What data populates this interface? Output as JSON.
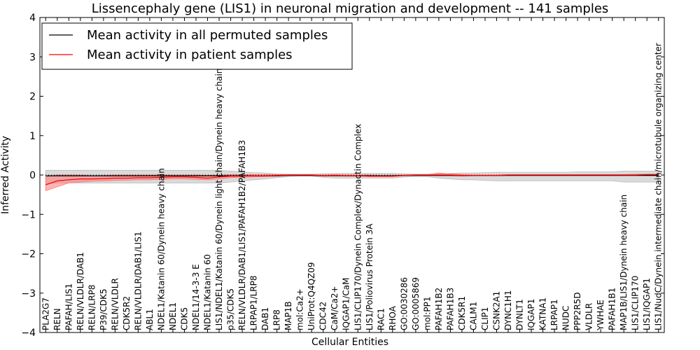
{
  "chart_data": {
    "type": "line",
    "title": "Lissencephaly gene (LIS1) in neuronal migration and development -- 141 samples",
    "xlabel": "Cellular Entities",
    "ylabel": "Inferred Activity",
    "ylim": [
      -4,
      4
    ],
    "yticks": [
      "−4",
      "−3",
      "−2",
      "−1",
      "0",
      "1",
      "2",
      "3",
      "4"
    ],
    "legend_position": "top-left",
    "colors": {
      "permuted": "#000000",
      "patient": "#ff0000",
      "permuted_band": "#bbbbbb",
      "patient_band": "#ff7777"
    },
    "categories": [
      "PLA2G7",
      "RELN",
      "PAFAH/LIS1",
      "RELN/VLDLR/DAB1",
      "RELN/LRP8",
      "P39/CDK5",
      "RELN/VLDLR",
      "CDK5R2",
      "RELN/VLDLR/DAB1/LIS1",
      "ABL1",
      "NDEL1/Katanin 60/Dynein heavy chain",
      "NDEL1",
      "CDK5",
      "NDEL1/14-3-3 E",
      "NDEL1/Katanin 60",
      "LIS1/NDEL1/Katanin 60/Dynein light chain/Dynein heavy chain",
      "p35/CDK5",
      "RELN/VLDLR/DAB1/LIS1/PAFAH1B2/PAFAH1B3",
      "LRPAP1/LRP8",
      "DAB1",
      "LRP8",
      "MAP1B",
      "mol:Ca2+",
      "UniProt:Q4QZ09",
      "CDC42",
      "CaM/Ca2+",
      "IQGAP1/CaM",
      "LIS1/CLIP170/Dynein Complex/Dynactin Complex",
      "LIS1/Poliovirus Protein 3A",
      "RAC1",
      "RHOA",
      "GO:0030286",
      "GO:0005869",
      "mol:PP1",
      "PAFAH1B2",
      "PAFAH1B3",
      "CDK5R1",
      "CALM1",
      "CLIP1",
      "CSNK2A1",
      "DYNC1H1",
      "DYNLT1",
      "IQGAP1",
      "KATNA1",
      "LRPAP1",
      "NUDC",
      "PPP2R5D",
      "VLDLR",
      "YWHAE",
      "PAFAH1B1",
      "MAP1B/LIS1/Dynein heavy chain",
      "LIS1/CLIP170",
      "LIS1/IQGAP1",
      "LIS1/NudC/Dynein intermediate chain/microtubule organizing center"
    ],
    "series": [
      {
        "name": "Mean activity in all permuted samples",
        "values": [
          -0.02,
          -0.02,
          -0.02,
          -0.02,
          -0.02,
          -0.02,
          -0.02,
          -0.02,
          -0.02,
          -0.02,
          -0.02,
          -0.02,
          -0.02,
          -0.02,
          -0.02,
          -0.02,
          -0.02,
          -0.02,
          -0.02,
          -0.02,
          -0.02,
          -0.01,
          -0.01,
          -0.01,
          -0.02,
          -0.02,
          -0.02,
          -0.02,
          -0.02,
          -0.02,
          -0.02,
          -0.01,
          -0.01,
          -0.01,
          -0.01,
          -0.01,
          -0.01,
          -0.01,
          -0.01,
          -0.01,
          -0.01,
          -0.01,
          -0.01,
          -0.01,
          -0.01,
          -0.01,
          -0.01,
          -0.01,
          -0.01,
          -0.01,
          -0.01,
          -0.01,
          -0.01,
          -0.01
        ],
        "band_low": [
          -0.22,
          -0.2,
          -0.2,
          -0.2,
          -0.2,
          -0.2,
          -0.2,
          -0.2,
          -0.2,
          -0.2,
          -0.2,
          -0.2,
          -0.2,
          -0.2,
          -0.2,
          -0.2,
          -0.18,
          -0.15,
          -0.12,
          -0.1,
          -0.07,
          -0.04,
          -0.03,
          -0.03,
          -0.06,
          -0.08,
          -0.08,
          -0.08,
          -0.08,
          -0.08,
          -0.08,
          -0.05,
          -0.04,
          -0.04,
          -0.08,
          -0.1,
          -0.12,
          -0.12,
          -0.14,
          -0.15,
          -0.15,
          -0.15,
          -0.15,
          -0.15,
          -0.15,
          -0.15,
          -0.15,
          -0.15,
          -0.15,
          -0.15,
          -0.18,
          -0.18,
          -0.18,
          -0.18
        ],
        "band_high": [
          0.12,
          0.12,
          0.12,
          0.12,
          0.12,
          0.12,
          0.12,
          0.12,
          0.12,
          0.12,
          0.12,
          0.12,
          0.12,
          0.12,
          0.12,
          0.12,
          0.1,
          0.08,
          0.06,
          0.05,
          0.03,
          0.02,
          0.02,
          0.02,
          0.03,
          0.04,
          0.04,
          0.04,
          0.04,
          0.04,
          0.04,
          0.03,
          0.02,
          0.02,
          0.03,
          0.04,
          0.05,
          0.05,
          0.06,
          0.07,
          0.07,
          0.07,
          0.07,
          0.07,
          0.07,
          0.07,
          0.08,
          0.08,
          0.08,
          0.08,
          0.1,
          0.1,
          0.1,
          0.1
        ]
      },
      {
        "name": "Mean activity in patient samples",
        "values": [
          -0.25,
          -0.15,
          -0.12,
          -0.1,
          -0.1,
          -0.09,
          -0.08,
          -0.08,
          -0.07,
          -0.07,
          -0.06,
          -0.05,
          -0.05,
          -0.06,
          -0.08,
          -0.05,
          -0.03,
          -0.03,
          -0.02,
          -0.02,
          -0.01,
          0.0,
          0.0,
          0.0,
          -0.02,
          -0.01,
          -0.02,
          -0.02,
          -0.03,
          -0.03,
          -0.03,
          -0.01,
          0.0,
          0.0,
          0.0,
          0.0,
          -0.01,
          -0.01,
          -0.01,
          -0.01,
          0.0,
          0.0,
          0.0,
          0.0,
          0.0,
          0.0,
          0.0,
          0.0,
          0.0,
          0.0,
          0.0,
          0.0,
          0.01,
          0.01
        ],
        "band_low": [
          -0.4,
          -0.3,
          -0.2,
          -0.18,
          -0.16,
          -0.15,
          -0.14,
          -0.13,
          -0.12,
          -0.12,
          -0.11,
          -0.1,
          -0.1,
          -0.11,
          -0.12,
          -0.1,
          -0.07,
          -0.06,
          -0.05,
          -0.04,
          -0.03,
          -0.01,
          -0.01,
          -0.01,
          -0.03,
          -0.02,
          -0.03,
          -0.03,
          -0.04,
          -0.04,
          -0.04,
          -0.02,
          -0.01,
          -0.01,
          -0.02,
          -0.02,
          -0.03,
          -0.02,
          -0.02,
          -0.02,
          -0.01,
          -0.01,
          -0.01,
          -0.01,
          -0.01,
          -0.01,
          -0.01,
          -0.01,
          -0.01,
          -0.01,
          -0.01,
          0.0,
          0.0,
          0.0
        ],
        "band_high": [
          -0.05,
          0.0,
          0.0,
          0.0,
          -0.02,
          -0.01,
          0.0,
          0.0,
          0.0,
          0.0,
          0.0,
          0.0,
          0.0,
          0.0,
          -0.01,
          0.0,
          0.01,
          0.01,
          0.01,
          0.01,
          0.01,
          0.01,
          0.01,
          0.01,
          0.0,
          0.01,
          0.0,
          0.0,
          0.0,
          -0.01,
          -0.01,
          0.0,
          0.01,
          0.01,
          0.05,
          0.03,
          0.01,
          0.0,
          0.0,
          0.0,
          0.01,
          0.01,
          0.01,
          0.01,
          0.01,
          0.01,
          0.01,
          0.01,
          0.01,
          0.01,
          0.01,
          0.02,
          0.02,
          0.02
        ]
      }
    ]
  }
}
